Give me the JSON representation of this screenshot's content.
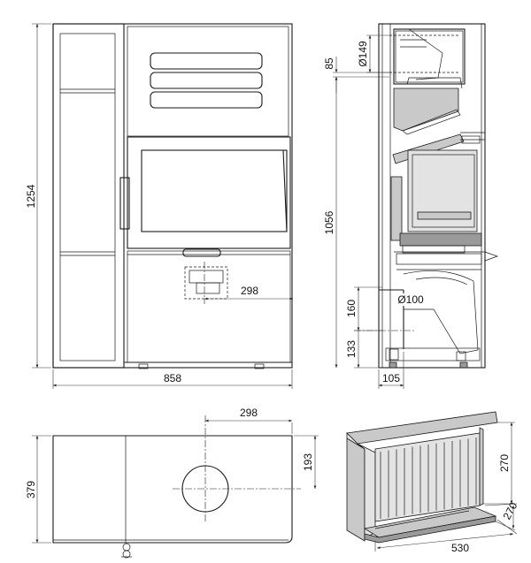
{
  "front_view": {
    "height_label": "1254",
    "width_label": "858",
    "outlet_offset_label": "298"
  },
  "side_view": {
    "flue_diameter_label": "Ø149",
    "top_offset_label": "85",
    "height_label": "1056",
    "inlet_diameter_label": "Ø100",
    "inlet_height_label": "160",
    "inlet_base_label": "133",
    "depth_label": "105"
  },
  "top_view": {
    "offset_label": "298",
    "depth_offset_label": "193",
    "depth_label": "379"
  },
  "firebox_view": {
    "height_label": "270",
    "depth_label": "270",
    "width_label": "530"
  }
}
